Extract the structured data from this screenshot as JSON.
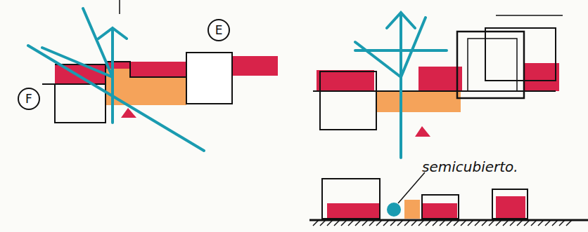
{
  "diagram": {
    "nodes": [
      {
        "text": [
          "E"
        ]
      },
      {
        "text": [
          "F"
        ]
      }
    ],
    "labels": [
      "semicubierto."
    ]
  }
}
